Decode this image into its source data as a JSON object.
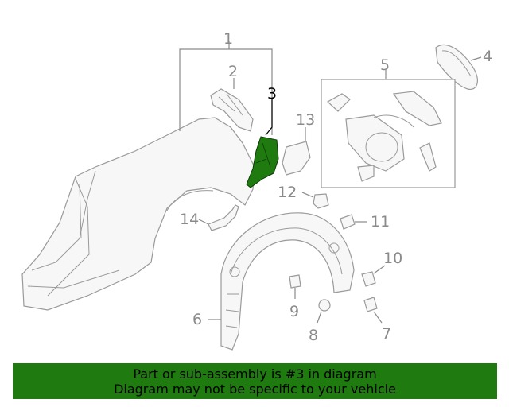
{
  "callouts": {
    "c1": "1",
    "c2": "2",
    "c3": "3",
    "c4": "4",
    "c5": "5",
    "c6": "6",
    "c7": "7",
    "c8": "8",
    "c9": "9",
    "c10": "10",
    "c11": "11",
    "c12": "12",
    "c13": "13",
    "c14": "14"
  },
  "highlight_color": "#1f7a10",
  "banner": {
    "line1": "Part or sub-assembly is #3 in diagram",
    "line2": "Diagram may not be specific to your vehicle"
  }
}
